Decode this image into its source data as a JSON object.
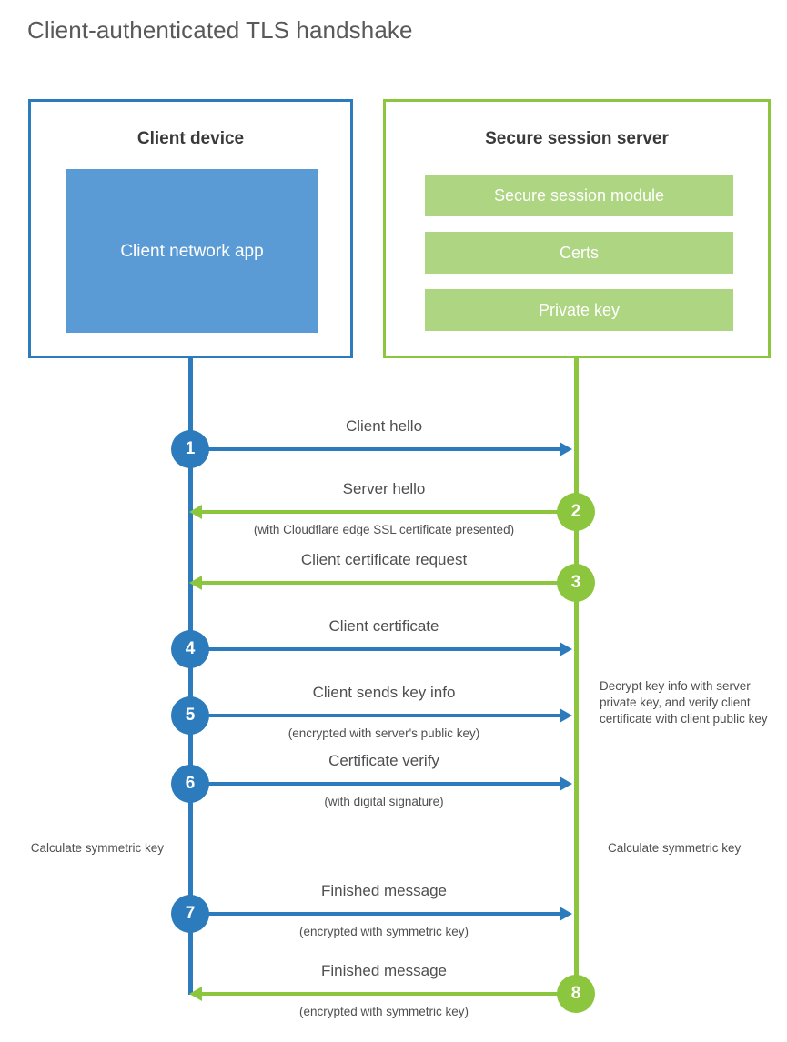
{
  "diagram": {
    "title": "Client-authenticated TLS handshake",
    "colors": {
      "client_blue": "#2c7cbd",
      "client_app_fill": "#5b9bd5",
      "server_green": "#8cc63e",
      "server_bar_fill": "#aed581",
      "text": "#4f4f51",
      "title_text": "#58595b"
    },
    "actors": {
      "client": {
        "title": "Client device",
        "app_label": "Client network app"
      },
      "server": {
        "title": "Secure session server",
        "modules": [
          "Secure session module",
          "Certs",
          "Private key"
        ]
      }
    },
    "steps": [
      {
        "number": "1",
        "direction": "right",
        "color": "blue",
        "label": "Client hello",
        "sublabel": ""
      },
      {
        "number": "2",
        "direction": "left",
        "color": "green",
        "label": "Server hello",
        "sublabel": "(with Cloudflare edge SSL certificate presented)"
      },
      {
        "number": "3",
        "direction": "left",
        "color": "green",
        "label": "Client certificate request",
        "sublabel": ""
      },
      {
        "number": "4",
        "direction": "right",
        "color": "blue",
        "label": "Client certificate",
        "sublabel": ""
      },
      {
        "number": "5",
        "direction": "right",
        "color": "blue",
        "label": "Client sends key info",
        "sublabel": "(encrypted with server's public key)"
      },
      {
        "number": "6",
        "direction": "right",
        "color": "blue",
        "label": "Certificate verify",
        "sublabel": "(with digital signature)"
      },
      {
        "number": "7",
        "direction": "right",
        "color": "blue",
        "label": "Finished message",
        "sublabel": "(encrypted with symmetric key)"
      },
      {
        "number": "8",
        "direction": "left",
        "color": "green",
        "label": "Finished message",
        "sublabel": "(encrypted with symmetric key)"
      }
    ],
    "notes": {
      "decrypt": "Decrypt key info with server private key, and verify client certificate with client public key",
      "calculate_client": "Calculate symmetric key",
      "calculate_server": "Calculate symmetric key"
    }
  }
}
